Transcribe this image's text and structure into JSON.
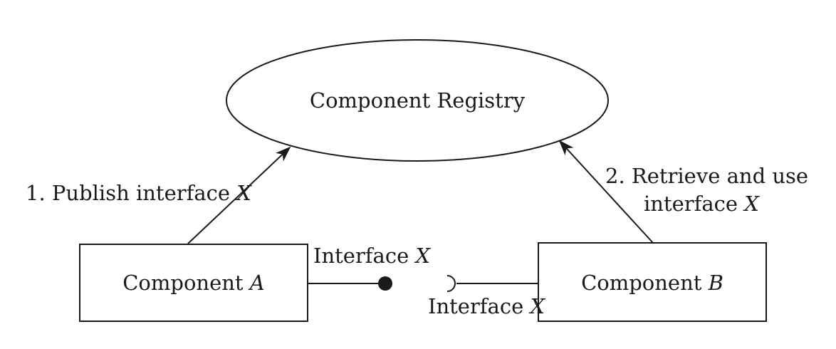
{
  "registry": {
    "label": "Component Registry"
  },
  "component_a": {
    "label_prefix": "Component ",
    "label_var": "A"
  },
  "component_b": {
    "label_prefix": "Component ",
    "label_var": "B"
  },
  "publish_edge": {
    "label_prefix": "1. Publish interface ",
    "label_var": "X"
  },
  "retrieve_edge": {
    "line1": "2. Retrieve and use",
    "line2_prefix": "interface ",
    "line2_var": "X"
  },
  "provided_interface": {
    "label_prefix": "Interface ",
    "label_var": "X"
  },
  "required_interface": {
    "label_prefix": "Interface ",
    "label_var": "X"
  }
}
